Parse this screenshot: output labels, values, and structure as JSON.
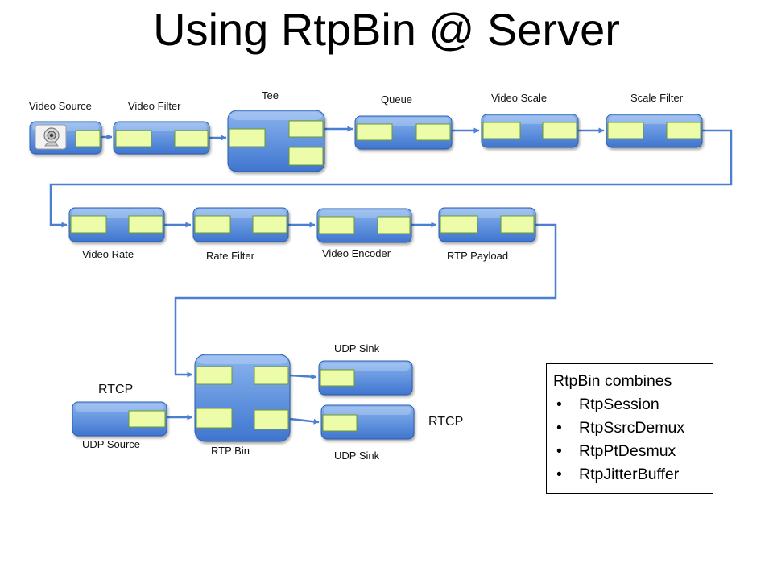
{
  "title": "Using RtpBin @ Server",
  "colors": {
    "element_top": "#8ab4ee",
    "element_bottom": "#3f75cf",
    "element_border": "#2e5fae",
    "pad_fill": "#ecfca8",
    "pad_border": "#6a9a2e",
    "link_color": "#4a7fd2"
  },
  "icon": "webcam-icon",
  "elements": {
    "video_source": "Video Source",
    "video_filter": "Video Filter",
    "tee": "Tee",
    "queue": "Queue",
    "video_scale": "Video Scale",
    "scale_filter": "Scale Filter",
    "video_rate": "Video Rate",
    "rate_filter": "Rate Filter",
    "video_encoder": "Video Encoder",
    "rtp_payload": "RTP Payload",
    "udp_sink_top": "UDP Sink",
    "udp_sink_bottom": "UDP Sink",
    "udp_source": "UDP Source",
    "rtp_bin": "RTP Bin"
  },
  "rtcp_labels": {
    "left": "RTCP",
    "right": "RTCP"
  },
  "info_box": {
    "heading": "RtpBin combines",
    "bullet": "•",
    "items": [
      "RtpSession",
      "RtpSsrcDemux",
      "RtpPtDesmux",
      "RtpJitterBuffer"
    ]
  }
}
